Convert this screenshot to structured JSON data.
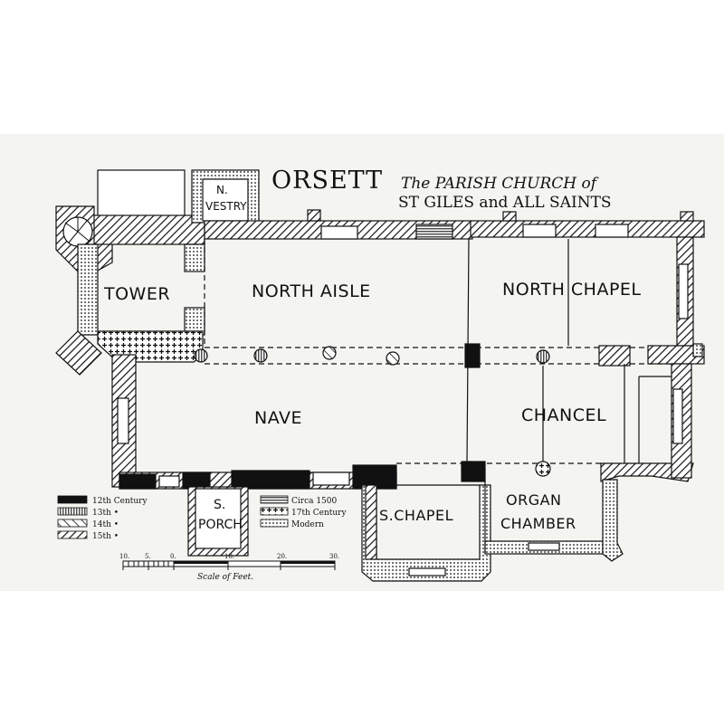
{
  "title": {
    "main": "ORSETT",
    "line1": "The PARISH CHURCH of",
    "line2": "ST GILES and ALL SAINTS"
  },
  "rooms": {
    "tower": "TOWER",
    "north_aisle": "NORTH AISLE",
    "north_chapel": "NORTH CHAPEL",
    "nave": "NAVE",
    "chancel": "CHANCEL",
    "north_vestry_1": "N.",
    "north_vestry_2": "VESTRY",
    "porch_1": "S.",
    "porch_2": "PORCH",
    "s_chapel": "S.CHAPEL",
    "organ_1": "ORGAN",
    "organ_2": "CHAMBER"
  },
  "legend": [
    {
      "label": "12th Century",
      "pattern": "solid"
    },
    {
      "label": "13th  •",
      "pattern": "vertical"
    },
    {
      "label": "14th  •",
      "pattern": "diag-light"
    },
    {
      "label": "15th  •",
      "pattern": "diag-dense"
    },
    {
      "label": "Circa 1500",
      "pattern": "horizontal"
    },
    {
      "label": "17th Century",
      "pattern": "crosses"
    },
    {
      "label": "Modern",
      "pattern": "dots"
    }
  ],
  "scale": {
    "caption": "Scale of Feet.",
    "ticks": [
      "10.",
      "5.",
      "0.",
      "10.",
      "20.",
      "30."
    ]
  },
  "colors": {
    "ink": "#111111",
    "paper": "#f4f4f1"
  }
}
